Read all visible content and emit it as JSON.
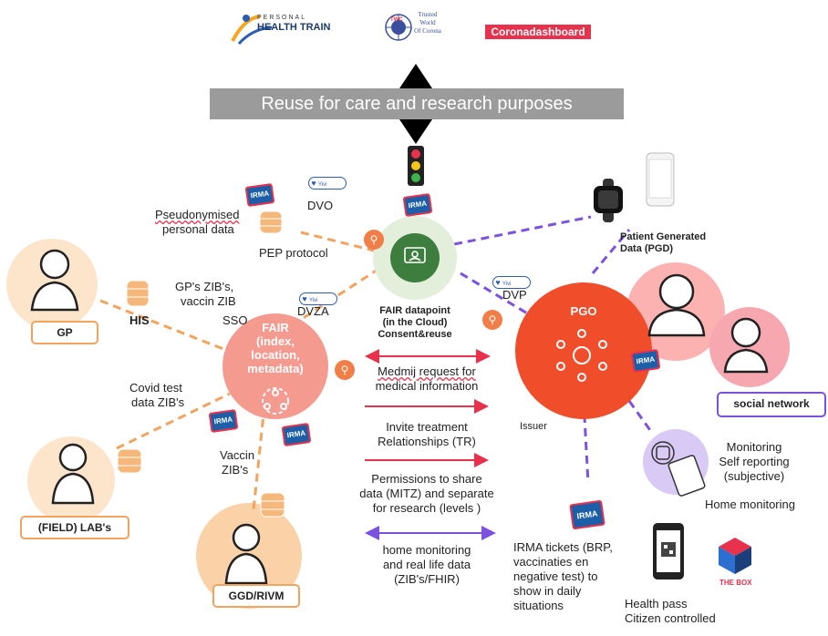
{
  "logos": {
    "pht_small": "PERSONAL",
    "pht_big": "HEALTH TRAIN",
    "twc_badge": "TWC",
    "twc_lines": [
      "Trusted",
      "World",
      "Of Corona"
    ],
    "corona": "Coronadashboard"
  },
  "banner": "Reuse for care and research purposes",
  "badges": {
    "irma": "IRMA",
    "yivi": "Yivi"
  },
  "labels": {
    "dvo": "DVO",
    "dvza": "DVZA",
    "dvp": "DVP",
    "pseudonymised_1": "Pseudonymised",
    "pseudonymised_2": "personal data",
    "pep_protocol": "PEP protocol",
    "gp_zib_1": "GP's ZIB's,",
    "gp_zib_2": "vaccin ZIB",
    "his": "HIS",
    "sso": "SSO",
    "covid_1": "Covid test",
    "covid_2": "data ZIB's",
    "vaccin_1": "Vaccin",
    "vaccin_2": "ZIB's",
    "pgd_1": "Patient Generated",
    "pgd_2": "Data (PGD)",
    "issuer": "Issuer",
    "monitoring_1": "Monitoring",
    "monitoring_2": "Self reporting",
    "monitoring_3": "(subjective)",
    "home_monitoring": "Home monitoring",
    "irma_tickets": [
      "IRMA tickets  (BRP,",
      "vaccinaties en",
      "negative test) to",
      "show in daily",
      "situations"
    ],
    "health_pass_1": "Health pass",
    "health_pass_2": "Citizen controlled",
    "the_box": "THE BOX"
  },
  "actors": {
    "gp": "GP",
    "lab": "(FIELD) LAB's",
    "ggd": "GGD/RIVM",
    "social": "social network"
  },
  "nodes": {
    "fair": [
      "FAIR",
      "(index,",
      "location,",
      "metadata)"
    ],
    "datapoint": [
      "FAIR datapoint",
      "(in the Cloud)",
      "Consent&reuse"
    ],
    "pgo": "PGO"
  },
  "flows": {
    "medmij": [
      "Medmij request for",
      "medical information"
    ],
    "invite": [
      "Invite treatment",
      "Relationships (TR)"
    ],
    "permissions": [
      "Permissions to share",
      "data (MITZ) and separate",
      "for research (levels )"
    ],
    "home": [
      "home monitoring",
      "and real life data",
      "(ZIB's/FHIR)"
    ]
  },
  "colors": {
    "orange": "#f2a35e",
    "red": "#e8324d",
    "pgo": "#f04d2b",
    "fair_fill": "#f49a8f",
    "purple": "#7b52e0",
    "banner": "#9b9b9b",
    "datapoint_green": "#3d7d3e"
  }
}
